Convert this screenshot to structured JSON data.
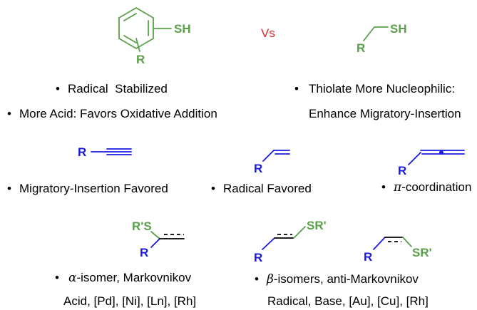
{
  "colors": {
    "green": "#5aa04a",
    "blue": "#1a1adf",
    "red": "#e0282d",
    "black": "#000000"
  },
  "comparison": {
    "vs_label": "Vs",
    "thiophenol": {
      "sh_label": "SH",
      "r_label": "R",
      "bullets": [
        "Radical  Stabilized",
        "More Acid: Favors Oxidative Addition"
      ]
    },
    "alkyl_thiol": {
      "sh_label": "SH",
      "r_label": "R",
      "bullets": [
        "Thiolate More Nucleophilic:",
        "Enhance Migratory-Insertion"
      ]
    }
  },
  "substrates": {
    "alkyne": {
      "r_label": "R",
      "caption": "Migratory-Insertion Favored"
    },
    "alkene": {
      "r_label": "R",
      "caption": "Radical Favored"
    },
    "allene": {
      "r_label": "R",
      "caption_symbol": "π",
      "caption_text": "-coordination"
    }
  },
  "products": {
    "alpha": {
      "rs_label": "R'S",
      "r_label": "R",
      "caption_symbol": "α",
      "caption_text": "-isomer, Markovnikov",
      "catalysts": "Acid, [Pd], [Ni], [Ln], [Rh]"
    },
    "beta": {
      "sr_label_1": "SR'",
      "sr_label_2": "SR'",
      "r_label_1": "R",
      "r_label_2": "R",
      "caption_symbol": "β",
      "caption_text": "-isomers, anti-Markovnikov",
      "catalysts": "Radical, Base, [Au], [Cu], [Rh]"
    }
  }
}
